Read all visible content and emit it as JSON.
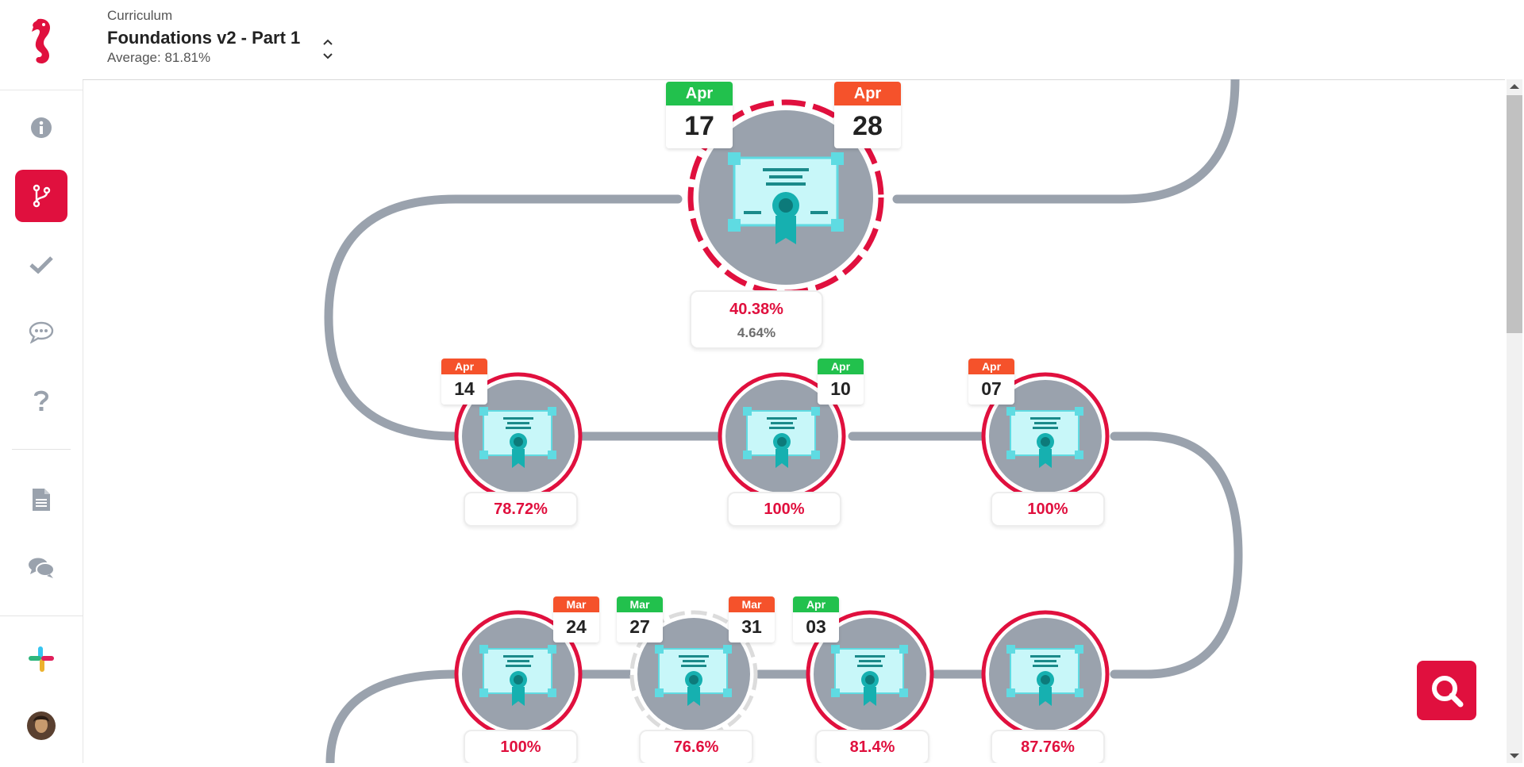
{
  "header": {
    "kicker": "Curriculum",
    "title": "Foundations v2 - Part 1",
    "average": "Average: 81.81%"
  },
  "sidebar": {
    "items": [
      {
        "name": "info",
        "icon": "info-icon",
        "active": false
      },
      {
        "name": "curriculum",
        "icon": "branch-icon",
        "active": true
      },
      {
        "name": "completed",
        "icon": "check-icon",
        "active": false
      },
      {
        "name": "messages",
        "icon": "chat-bubble-icon",
        "active": false
      },
      {
        "name": "help",
        "icon": "question-icon",
        "active": false
      },
      {
        "name": "documents",
        "icon": "document-icon",
        "active": false
      },
      {
        "name": "discussions",
        "icon": "comments-icon",
        "active": false
      },
      {
        "name": "slack",
        "icon": "slack-icon",
        "active": false
      },
      {
        "name": "profile",
        "icon": "avatar",
        "active": false
      }
    ]
  },
  "colors": {
    "accent": "#e0103e",
    "path": "#9aa2ad",
    "node_fill": "#9aa2ad",
    "cal_green": "#22c14d",
    "cal_red": "#f5522b"
  },
  "top_node": {
    "start": {
      "month": "Apr",
      "day": "17"
    },
    "end": {
      "month": "Apr",
      "day": "28"
    },
    "percent": "40.38%",
    "sub_percent": "4.64%"
  },
  "row2": [
    {
      "percent": "78.72%",
      "cal": {
        "month": "Apr",
        "day": "14",
        "color": "red"
      }
    },
    {
      "percent": "100%",
      "cal": {
        "month": "Apr",
        "day": "10",
        "color": "green"
      }
    },
    {
      "percent": "100%",
      "cal": {
        "month": "Apr",
        "day": "07",
        "color": "red"
      }
    }
  ],
  "row3": [
    {
      "percent": "100%",
      "cal": {
        "month": "Mar",
        "day": "24",
        "color": "red"
      }
    },
    {
      "percent": "76.6%",
      "cal": {
        "month": "Mar",
        "day": "27",
        "color": "green"
      },
      "cal2": {
        "month": "Mar",
        "day": "31",
        "color": "red"
      }
    },
    {
      "percent": "81.4%",
      "cal": {
        "month": "Apr",
        "day": "03",
        "color": "green"
      }
    },
    {
      "percent": "87.76%"
    }
  ]
}
